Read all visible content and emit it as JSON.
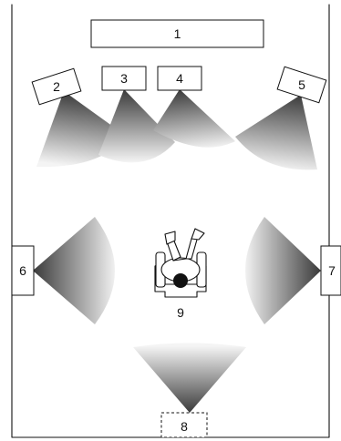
{
  "labels": {
    "l1": "1",
    "l2": "2",
    "l3": "3",
    "l4": "4",
    "l5": "5",
    "l6": "6",
    "l7": "7",
    "l8": "8",
    "l9": "9"
  },
  "colors": {
    "stroke": "#111111",
    "beam_dark": "#3a3a3a",
    "beam_light": "#f4f4f4",
    "background": "#ffffff"
  }
}
